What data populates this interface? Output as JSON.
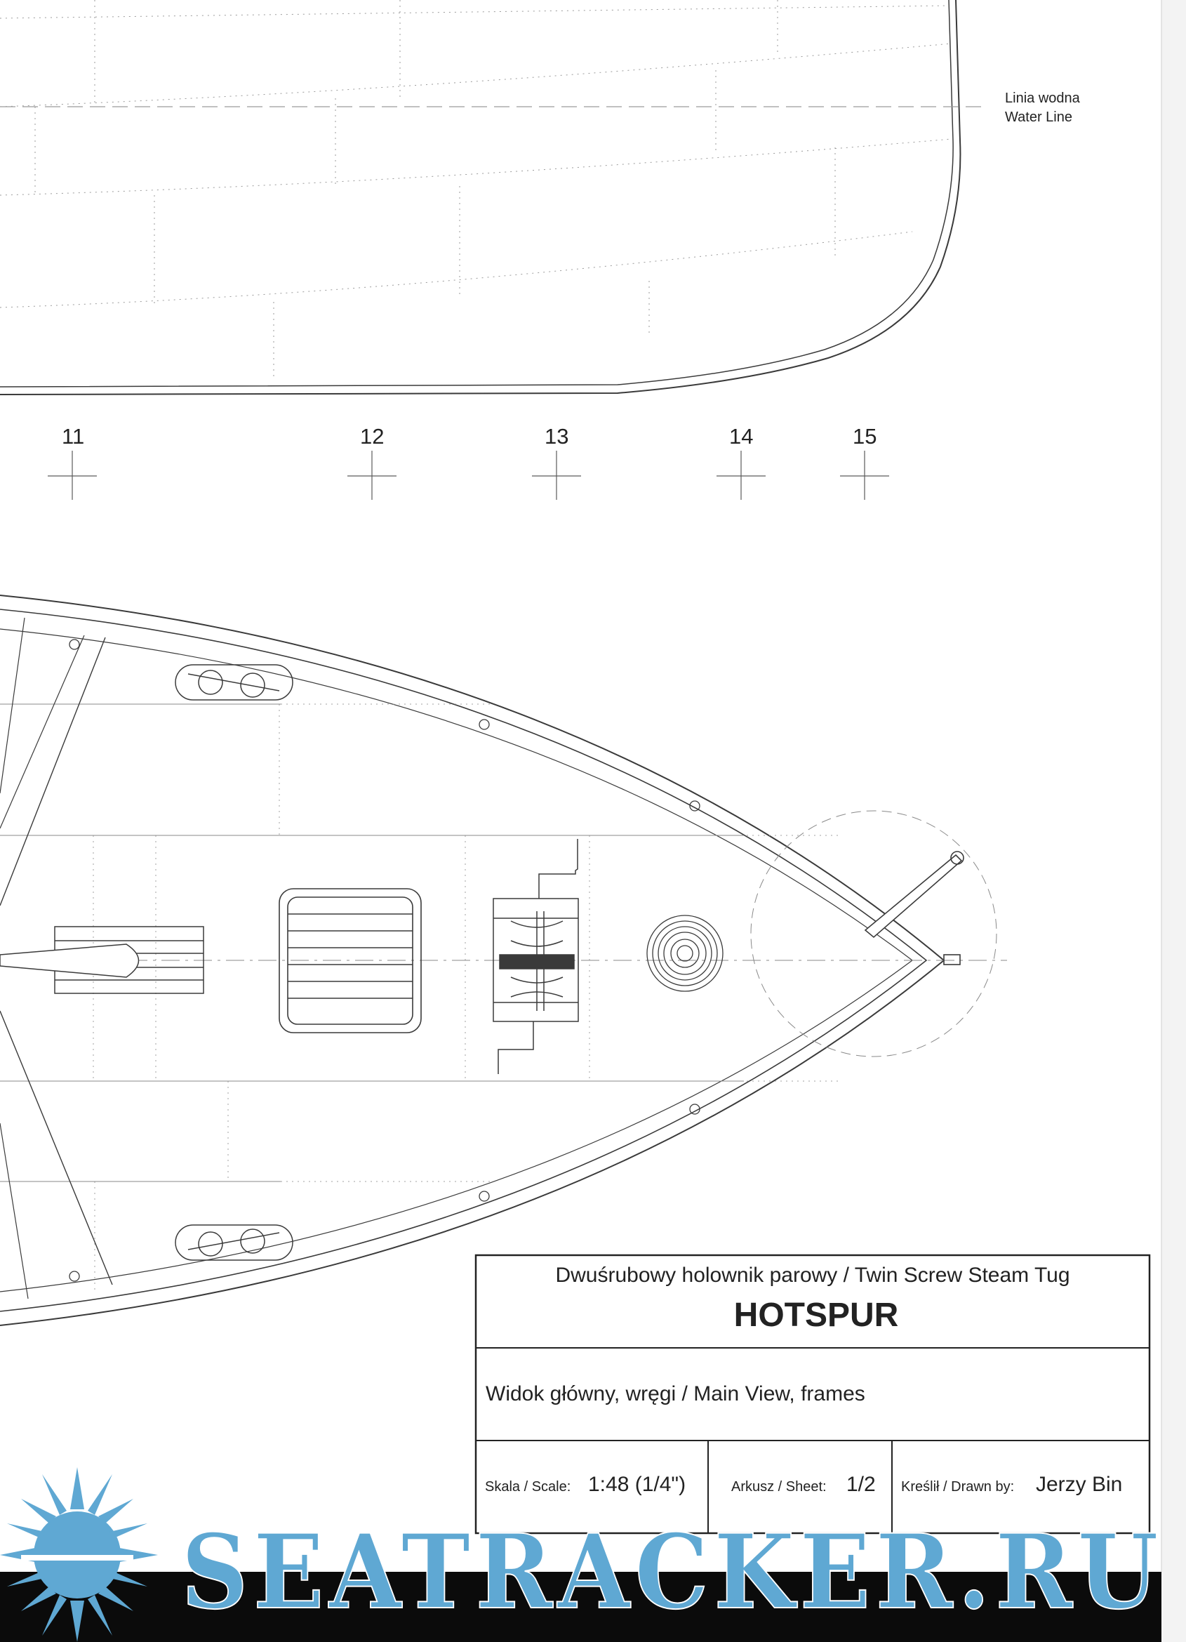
{
  "waterline": {
    "label_pl": "Linia wodna",
    "label_en": "Water Line"
  },
  "frames": [
    "11",
    "12",
    "13",
    "14",
    "15"
  ],
  "title_block": {
    "subtitle": "Dwuśrubowy holownik parowy / Twin Screw Steam Tug",
    "vessel_name": "HOTSPUR",
    "view_description": "Widok główny, wręgi / Main View, frames",
    "scale_label": "Skala / Scale:",
    "scale_value": "1:48 (1/4\")",
    "sheet_label": "Arkusz / Sheet:",
    "sheet_value": "1/2",
    "drawn_label": "Kreślił / Drawn by:",
    "drawn_value": "Jerzy Bin"
  },
  "watermark": {
    "text": "SEATRACKER.RU",
    "color": "#5fa8d3"
  },
  "colors": {
    "line": "#3a3a3a",
    "rivet": "#8a8a8a",
    "paper": "#ffffff",
    "bottom_strip": "#0b0b0b"
  }
}
